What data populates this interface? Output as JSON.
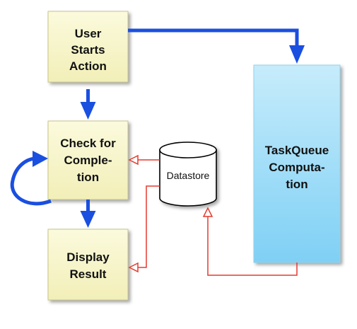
{
  "nodes": {
    "user_starts_action": {
      "lines": [
        "User",
        "Starts",
        "Action"
      ]
    },
    "check_for_completion": {
      "lines": [
        "Check for",
        "Comple-",
        "tion"
      ]
    },
    "display_result": {
      "lines": [
        "Display",
        "Result"
      ]
    },
    "taskqueue_computation": {
      "lines": [
        "TaskQueue",
        "Computa-",
        "tion"
      ]
    },
    "datastore": {
      "label": "Datastore"
    }
  },
  "colors": {
    "process_fill": "#f7f5c8",
    "process_border": "#c9c48a",
    "taskqueue_fill_top": "#c6ecfb",
    "taskqueue_fill_bottom": "#7fd0f5",
    "control_arrow": "#1a4fe0",
    "data_arrow": "#e53a2e",
    "datastore_fill": "#ffffff",
    "datastore_stroke": "#000000"
  }
}
